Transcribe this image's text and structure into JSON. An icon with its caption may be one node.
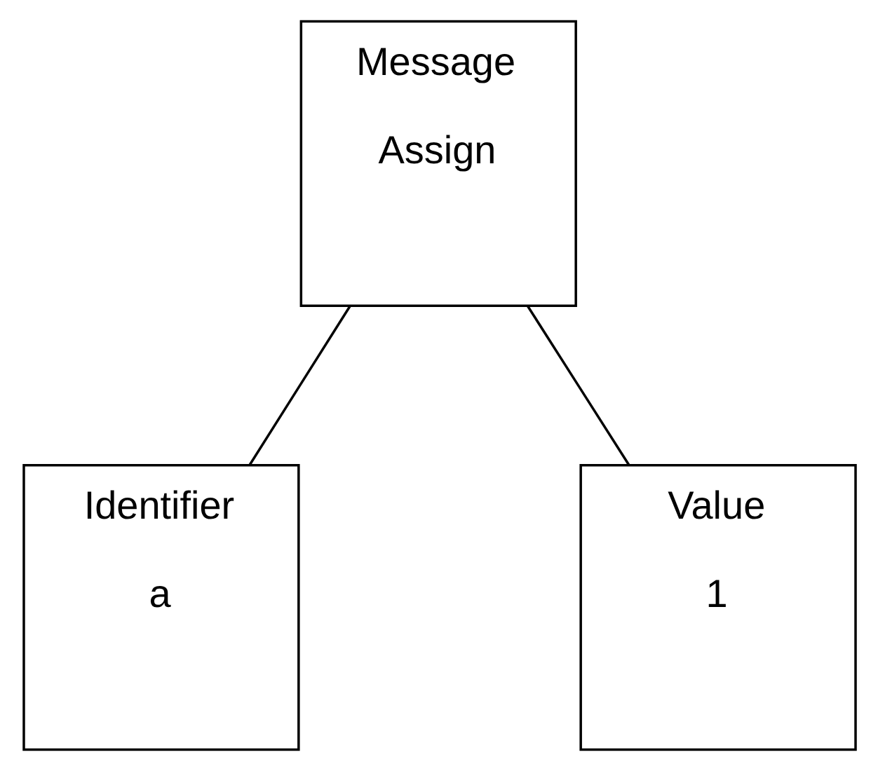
{
  "diagram": {
    "nodes": [
      {
        "text": [
          "Message",
          "Assign"
        ]
      },
      {
        "text": [
          "Identifier",
          "a"
        ]
      },
      {
        "text": [
          "Value",
          "1"
        ]
      }
    ],
    "edges": [
      {
        "from": 0,
        "to": 1,
        "arrow": "none"
      },
      {
        "from": 0,
        "to": 2,
        "arrow": "none"
      }
    ]
  }
}
